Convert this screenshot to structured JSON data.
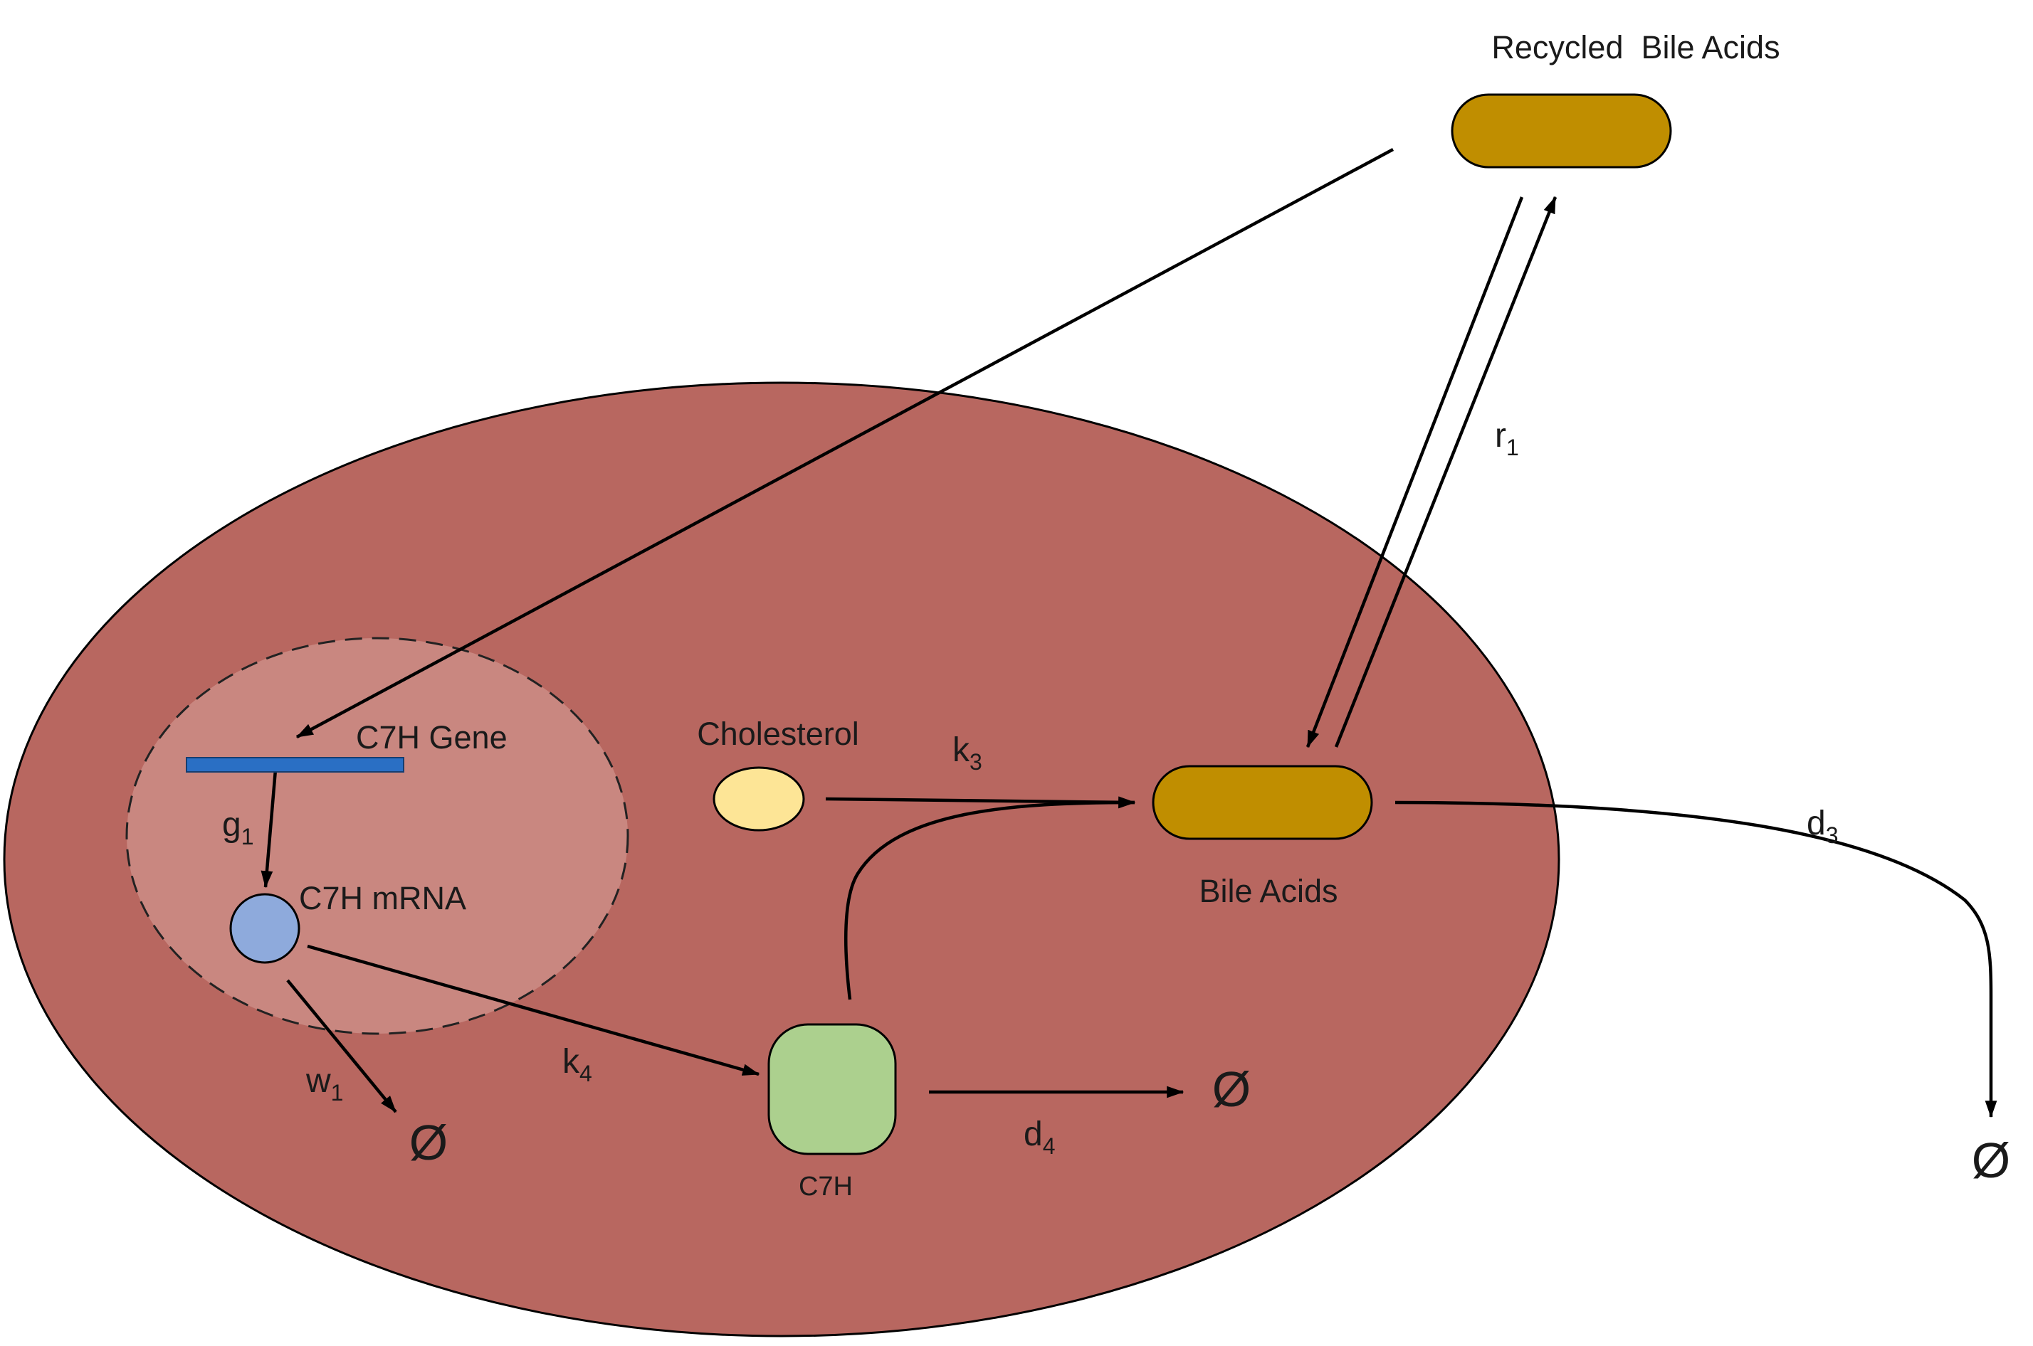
{
  "colors": {
    "cell": "#b86760",
    "nucleus": "#c98780",
    "bile": "#c08e00",
    "cholesterol": "#fde596",
    "c7h": "#acd08e",
    "mrna": "#8eaadc",
    "gene": "#2a6fc4",
    "stroke": "#000000"
  },
  "labels": {
    "recycled_bile_acids": "Recycled  Bile Acids",
    "c7h_gene": "C7H Gene",
    "c7h_mrna": "C7H mRNA",
    "cholesterol": "Cholesterol",
    "bile_acids": "Bile Acids",
    "c7h": "C7H"
  },
  "rates": {
    "g1": {
      "base": "g",
      "sub": "1"
    },
    "w1": {
      "base": "w",
      "sub": "1"
    },
    "k4": {
      "base": "k",
      "sub": "4"
    },
    "k3": {
      "base": "k",
      "sub": "3"
    },
    "d4": {
      "base": "d",
      "sub": "4"
    },
    "d3": {
      "base": "d",
      "sub": "3"
    },
    "r1": {
      "base": "r",
      "sub": "1"
    }
  },
  "symbols": {
    "empty_set": "Ø"
  }
}
